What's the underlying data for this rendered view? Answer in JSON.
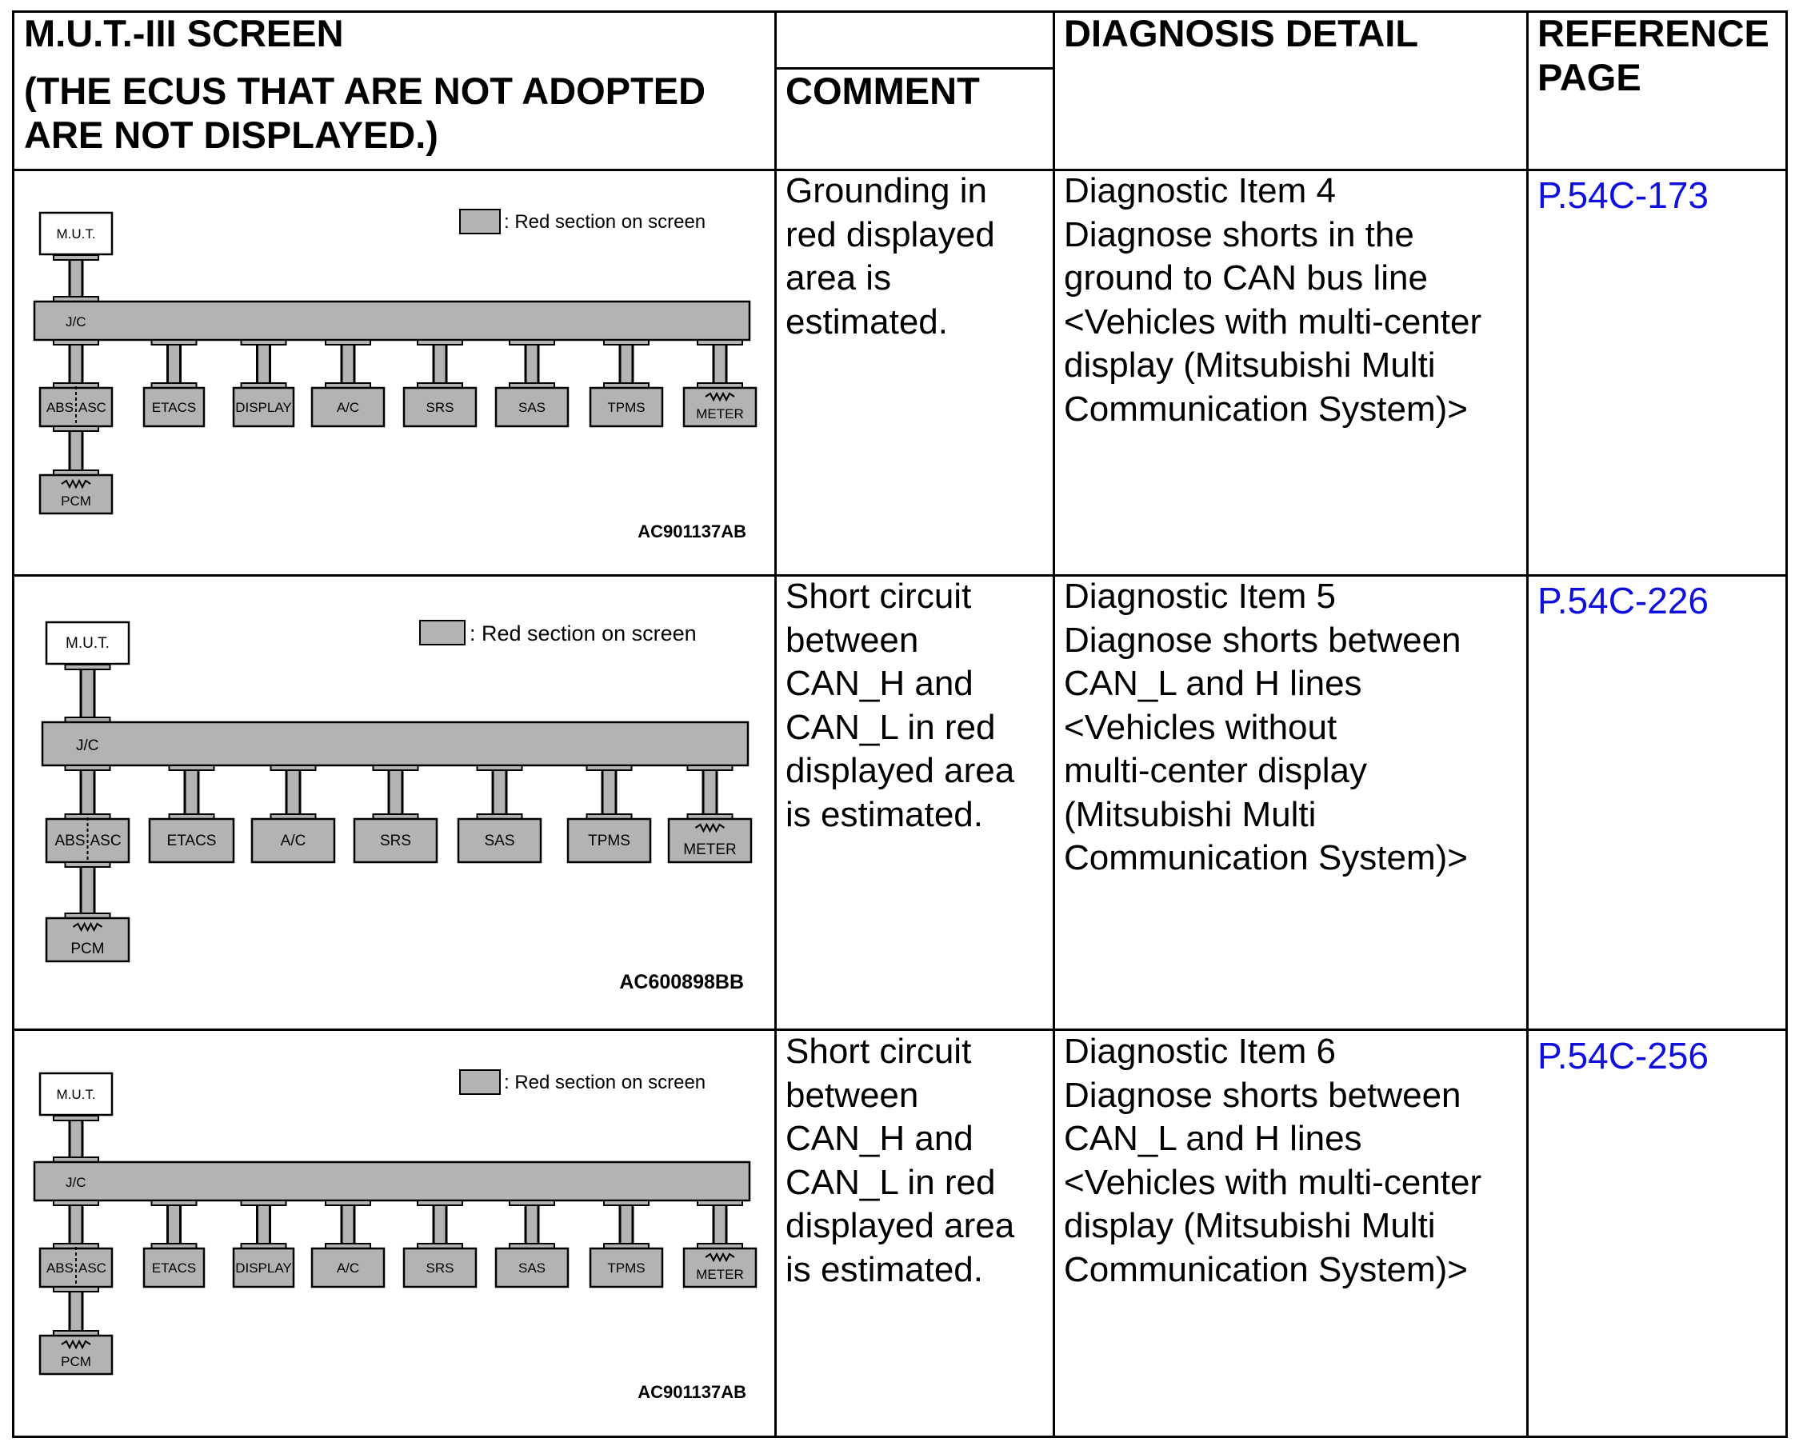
{
  "header": {
    "screen_title": "M.U.T.-III SCREEN",
    "screen_subtitle": "(THE ECUS THAT ARE NOT ADOPTED\nARE NOT DISPLAYED.)",
    "comment": "COMMENT",
    "diagnosis_detail": "DIAGNOSIS DETAIL",
    "reference_page": "REFERENCE\nPAGE"
  },
  "figure_labels": {
    "legend": ": Red section on screen",
    "mut": "M.U.T.",
    "jc": "J/C",
    "abs": "ABS",
    "asc": "ASC",
    "pcm": "PCM"
  },
  "rows": [
    {
      "figure": {
        "code": "AC901137AB",
        "modules": [
          "ETACS",
          "DISPLAY",
          "A/C",
          "SRS",
          "SAS",
          "TPMS",
          "METER"
        ]
      },
      "comment": "Grounding in\nred displayed\narea is\nestimated.",
      "diagnosis": "Diagnostic Item 4\nDiagnose shorts in the\nground to CAN bus line\n<Vehicles with multi-center\ndisplay (Mitsubishi Multi\nCommunication System)>",
      "reference": "P.54C-173"
    },
    {
      "figure": {
        "code": "AC600898BB",
        "modules": [
          "ETACS",
          "A/C",
          "SRS",
          "SAS",
          "TPMS",
          "METER"
        ]
      },
      "comment": "Short circuit\nbetween\nCAN_H and\nCAN_L in red\ndisplayed area\nis estimated.",
      "diagnosis": "Diagnostic Item 5\nDiagnose shorts between\nCAN_L and H lines\n<Vehicles without\nmulti-center display\n(Mitsubishi Multi\nCommunication System)>",
      "reference": "P.54C-226"
    },
    {
      "figure": {
        "code": "AC901137AB",
        "modules": [
          "ETACS",
          "DISPLAY",
          "A/C",
          "SRS",
          "SAS",
          "TPMS",
          "METER"
        ]
      },
      "comment": "Short circuit\nbetween\nCAN_H and\nCAN_L in red\ndisplayed area\nis estimated.",
      "diagnosis": "Diagnostic Item 6\nDiagnose shorts between\nCAN_L and H lines\n<Vehicles with multi-center\ndisplay (Mitsubishi Multi\nCommunication System)>",
      "reference": "P.54C-256"
    }
  ]
}
